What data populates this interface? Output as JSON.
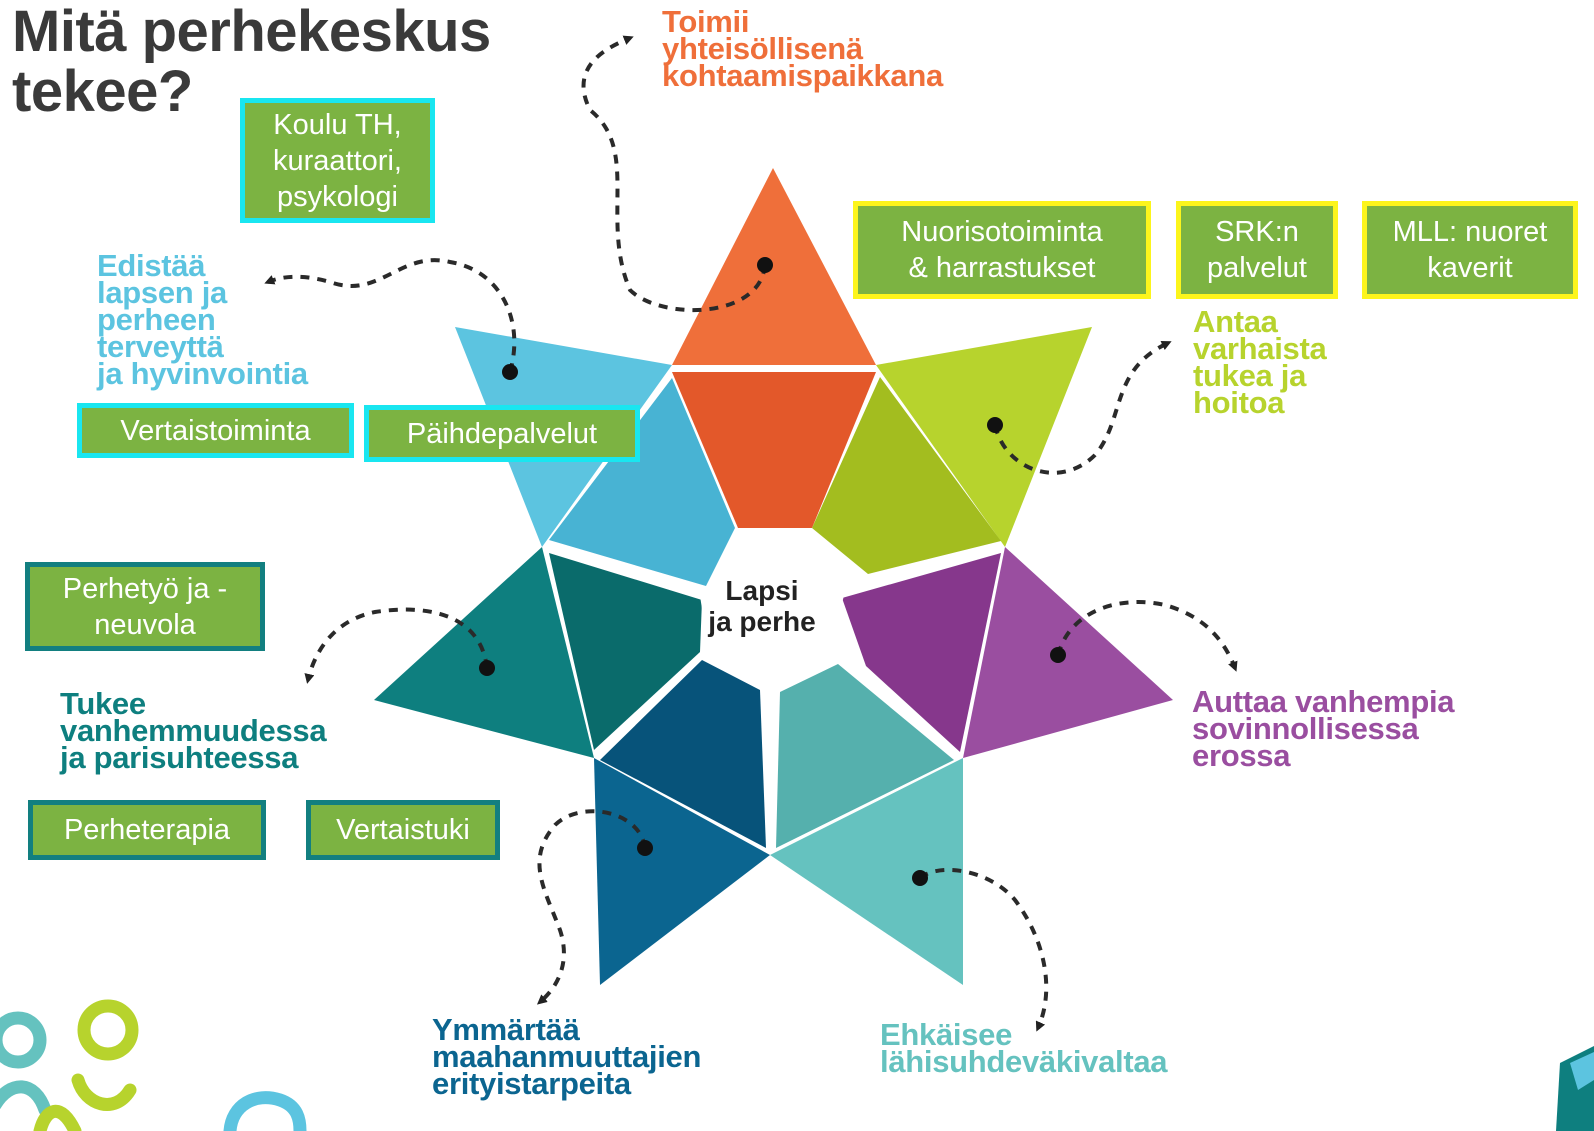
{
  "title": [
    "Mitä perhekeskus",
    "tekee?"
  ],
  "center": [
    "Lapsi",
    "ja perhe"
  ],
  "headings": {
    "top": {
      "lines": [
        "Toimii",
        "yhteisöllisenä",
        "kohtaamispaikkana"
      ],
      "color": "#ef6f3a"
    },
    "upper_left": {
      "lines": [
        "Edistää",
        "lapsen ja",
        "perheen",
        "terveyttä",
        "ja hyvinvointia"
      ],
      "color": "#5cc4e0"
    },
    "upper_right": {
      "lines": [
        "Antaa",
        "varhaista",
        "tukea ja",
        "hoitoa"
      ],
      "color": "#b7d32d"
    },
    "lower_left": {
      "lines": [
        "Tukee",
        "vanhemmuudessa",
        "ja parisuhteessa"
      ],
      "color": "#0e7f7f"
    },
    "lower_right": {
      "lines": [
        "Auttaa vanhempia",
        "sovinnollisessa",
        "erossa"
      ],
      "color": "#9a4ea0"
    },
    "bottom_left": {
      "lines": [
        "Ymmärtää",
        "maahanmuuttajien",
        "erityistarpeita"
      ],
      "color": "#0b6590"
    },
    "bottom_right": {
      "lines": [
        "Ehkäisee",
        "lähisuhdeväkivaltaa"
      ],
      "color": "#65c2bf"
    }
  },
  "boxes": [
    {
      "lines": [
        "Koulu TH,",
        "kuraattori,",
        "psykologi"
      ],
      "border": "cyan"
    },
    {
      "lines": [
        "Vertaistoiminta"
      ],
      "border": "cyan"
    },
    {
      "lines": [
        "Päihdepalvelut"
      ],
      "border": "cyan"
    },
    {
      "lines": [
        "Nuorisotoiminta",
        "& harrastukset"
      ],
      "border": "yellow"
    },
    {
      "lines": [
        "SRK:n",
        "palvelut"
      ],
      "border": "yellow"
    },
    {
      "lines": [
        "MLL: nuoret",
        "kaverit"
      ],
      "border": "yellow"
    },
    {
      "lines": [
        "Perhetyö ja -",
        "neuvola"
      ],
      "border": "teal"
    },
    {
      "lines": [
        "Perheterapia"
      ],
      "border": "teal"
    },
    {
      "lines": [
        "Vertaistuki"
      ],
      "border": "teal"
    }
  ],
  "colors": {
    "orange": "#ef6f3a",
    "lightblue": "#5cc4e0",
    "limegreen": "#b7d32d",
    "teal": "#0e7f7f",
    "purple": "#9a4ea0",
    "darkblue": "#0b6590",
    "aqua": "#65c2bf",
    "box_fill": "#7cb342",
    "border_cyan": "#19e6f0",
    "border_yellow": "#fcf51c",
    "border_teal": "#127f80"
  }
}
